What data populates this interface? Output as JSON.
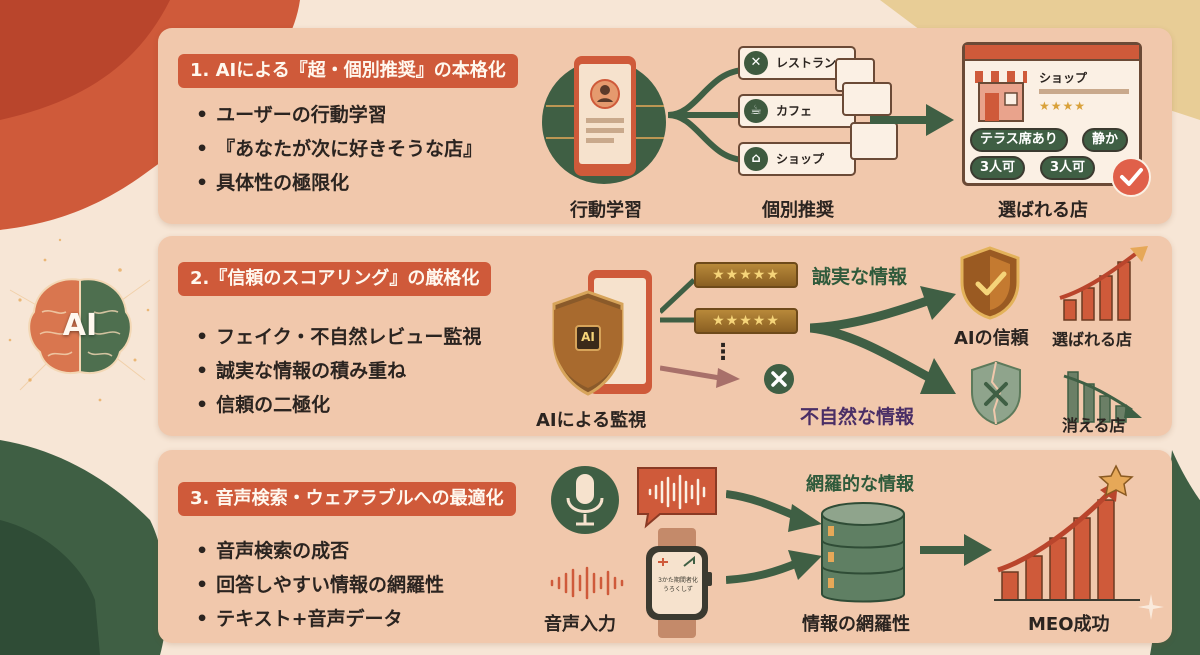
{
  "brain": {
    "label": "AI"
  },
  "sections": [
    {
      "title": "1. AIによる『超・個別推奨』の本格化",
      "bullets": [
        "ユーザーの行動学習",
        "『あなたが次に好きそうな店』",
        "具体性の極限化"
      ],
      "captions": {
        "learning": "行動学習",
        "recommend": "個別推奨",
        "chosen": "選ばれる店"
      },
      "cards": [
        "レストラン",
        "カフェ",
        "ショップ"
      ],
      "shop_card": {
        "name": "ショップ",
        "rating": "★★★★",
        "tags": [
          "テラス席あり",
          "静か",
          "3人可",
          "3人可"
        ]
      }
    },
    {
      "title": "2.『信頼のスコアリング』の厳格化",
      "bullets": [
        "フェイク・不自然レビュー監視",
        "誠実な情報の積み重ね",
        "信頼の二極化"
      ],
      "shield_label": "AI",
      "review_stars": [
        "★★★★★",
        "★★★★★"
      ],
      "ellipsis": "⋮",
      "captions": {
        "monitor": "AIによる監視",
        "sincere": "誠実な情報",
        "unnatural": "不自然な情報",
        "trust": "AIの信頼",
        "chosen": "選ばれる店",
        "vanish": "消える店"
      }
    },
    {
      "title": "3. 音声検索・ウェアラブルへの最適化",
      "bullets": [
        "音声検索の成否",
        "回答しやすい情報の網羅性",
        "テキスト+音声データ"
      ],
      "watch_text": "3かた期間者化\nうろくしず",
      "captions": {
        "voice": "音声入力",
        "comprehensive_top": "網羅的な情報",
        "comprehensive_bottom": "情報の網羅性",
        "success": "MEO成功"
      }
    }
  ],
  "colors": {
    "accent": "#cf5a3a",
    "green": "#3f5f44",
    "panel": "#f1c8ac",
    "gold": "#b8893a"
  }
}
